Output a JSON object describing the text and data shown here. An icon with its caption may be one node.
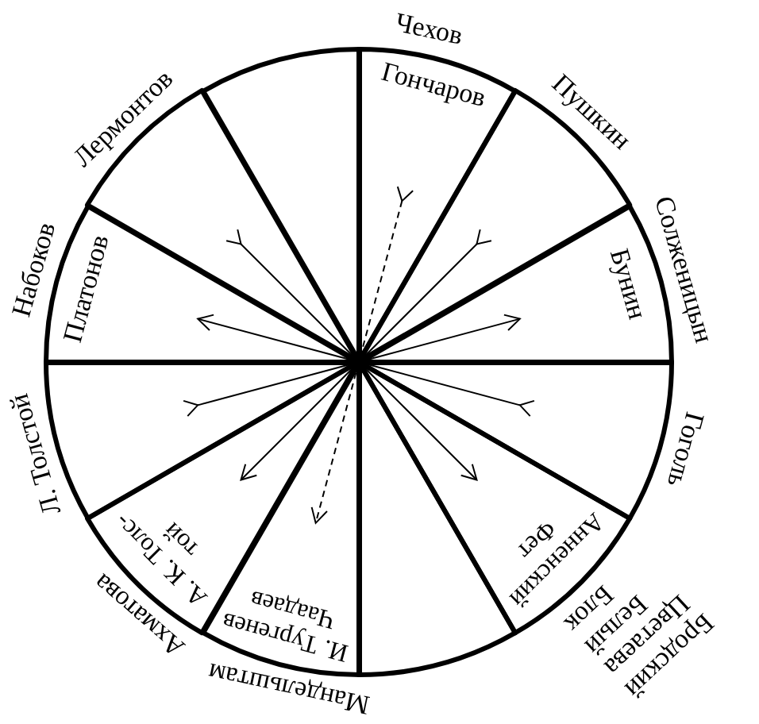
{
  "diagram": {
    "nodes": [
      {
        "text": [
          "Гончаров"
        ],
        "beside": [
          "Чехов"
        ]
      },
      {
        "text": [],
        "shape": "sector",
        "beside": [
          "Пушкин"
        ]
      },
      {
        "text": [
          "Бунин"
        ],
        "beside": [
          "Солженицын"
        ]
      },
      {
        "text": [],
        "shape": "sector",
        "beside": [
          "Гоголь"
        ]
      },
      {
        "text": [
          "Анненский",
          "Фет"
        ],
        "beside": [
          "Бродский",
          "Цветаева",
          "Белый",
          "Блок"
        ]
      },
      {
        "text": [],
        "shape": "sector"
      },
      {
        "text": [
          "И. Тургенев",
          "Чаадаев"
        ],
        "beside": [
          "Мандельштам"
        ]
      },
      {
        "text": [
          "А. К. Толс- той"
        ],
        "beside": [
          "Ахматова"
        ]
      },
      {
        "text": [],
        "shape": "sector",
        "beside": [
          "Л. Толстой"
        ]
      },
      {
        "text": [
          "Платонов"
        ],
        "beside": [
          "Набоков"
        ]
      },
      {
        "text": [],
        "shape": "sector",
        "beside": [
          "Лермонтов"
        ]
      },
      {
        "text": [],
        "shape": "sector"
      }
    ],
    "edges": [
      {
        "from": 0,
        "to": 6,
        "arrow": "to",
        "style": "dashed"
      },
      {
        "from": 1,
        "to": 7,
        "arrow": "to"
      },
      {
        "from": 3,
        "to": 9,
        "arrow": "to"
      },
      {
        "from": 8,
        "to": 2,
        "arrow": "to"
      },
      {
        "from": 10,
        "to": 4,
        "arrow": "to"
      }
    ]
  }
}
